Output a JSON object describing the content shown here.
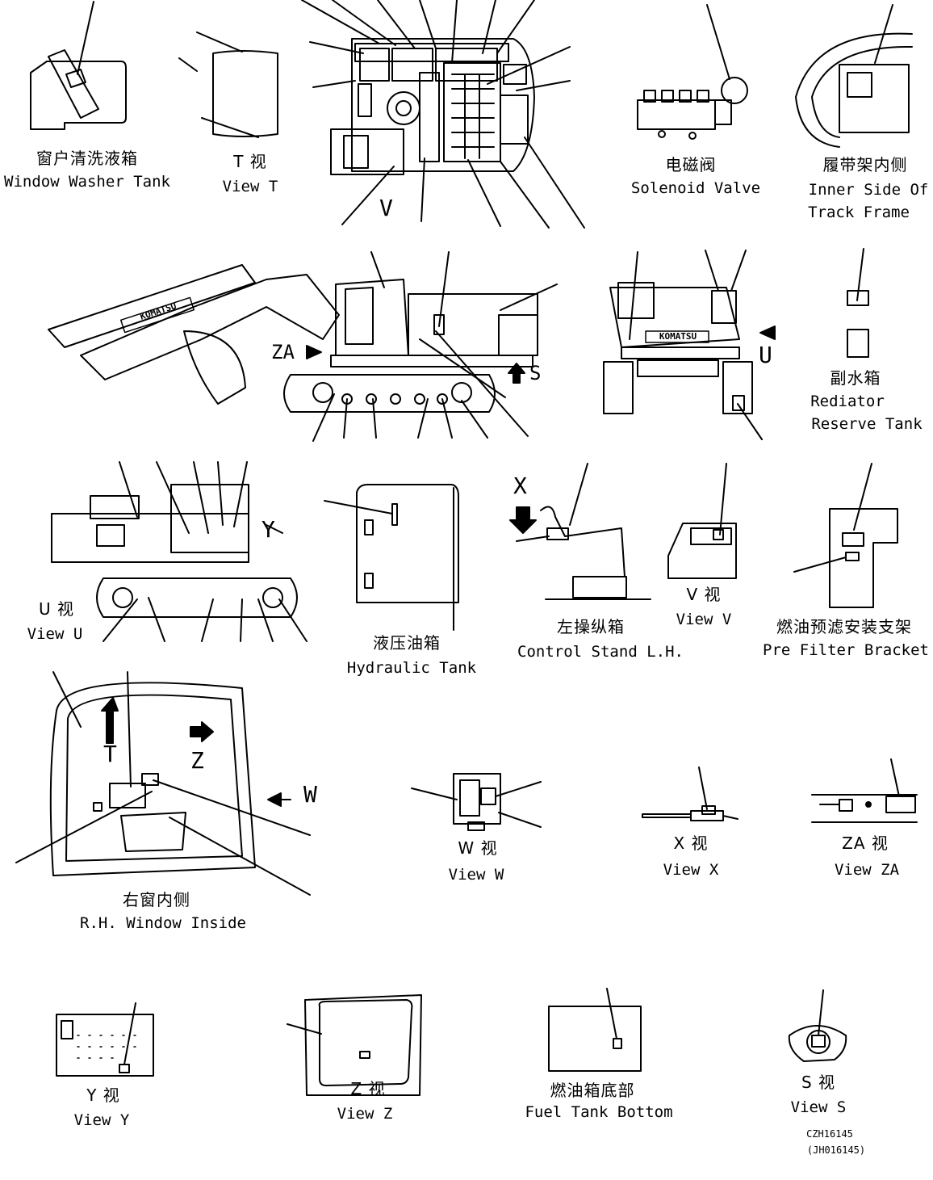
{
  "labels": {
    "washer_cn": "窗户清洗液箱",
    "washer_en": "Window Washer Tank",
    "viewT_cn": "T  视",
    "viewT_en": "View T",
    "solenoid_cn": "电磁阀",
    "solenoid_en": "Solenoid Valve",
    "track_cn": "履带架内侧",
    "track_en1": "Inner Side Of",
    "track_en2": "Track Frame",
    "radiator_cn": "副水箱",
    "radiator_en1": "Rediator",
    "radiator_en2": "Reserve Tank",
    "viewU_cn": "U  视",
    "viewU_en": "View U",
    "hydraulic_cn": "液压油箱",
    "hydraulic_en": "Hydraulic Tank",
    "control_cn": "左操纵箱",
    "control_en": "Control Stand L.H.",
    "viewV_cn": "V  视",
    "viewV_en": "View V",
    "prefilter_cn": "燃油预滤安装支架",
    "prefilter_en": "Pre Filter Bracket",
    "rhwindow_cn": "右窗内侧",
    "rhwindow_en": "R.H. Window Inside",
    "viewW_cn": "W  视",
    "viewW_en": "View W",
    "viewX_cn": "X  视",
    "viewX_en": "View X",
    "viewZA_cn": "ZA  视",
    "viewZA_en": "View ZA",
    "viewY_cn": "Y  视",
    "viewY_en": "View Y",
    "viewZ_cn": "Z  视",
    "viewZ_en": "View Z",
    "fuel_cn": "燃油箱底部",
    "fuel_en": "Fuel Tank Bottom",
    "viewS_cn": "S  视",
    "viewS_en": "View S",
    "code1": "CZH16145",
    "code2": "(JH016145)"
  },
  "arrows": {
    "V": "V",
    "ZA": "ZA",
    "S": "S",
    "U": "U",
    "X": "X",
    "Y": "Y",
    "T": "T",
    "Z": "Z",
    "W": "W"
  },
  "branding": {
    "boom_logo": "KOMATSU",
    "counterweight_logo": "KOMATSU"
  }
}
